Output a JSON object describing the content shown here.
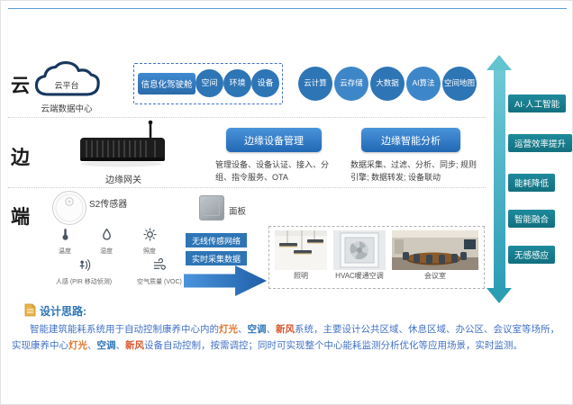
{
  "layers": {
    "cloud": "云",
    "edge": "边",
    "device": "端"
  },
  "cloud": {
    "platform": "云平台",
    "datacenter": "云端数据中心",
    "cockpit": "信息化驾驶舱",
    "cockpit_items": [
      "空间",
      "环境",
      "设备"
    ],
    "services": [
      "云计算",
      "云存储",
      "大数据",
      "AI算法",
      "空间地图"
    ]
  },
  "edge": {
    "gateway": "边缘网关",
    "device_mgmt_title": "边缘设备管理",
    "device_mgmt_desc": "管理设备、设备认证、接入、分组、指令服务、OTA",
    "analysis_title": "边缘智能分析",
    "analysis_desc": "数据采集、过滤、分析、同步; 规则引擎; 数据转发; 设备联动"
  },
  "device": {
    "sensor": "S2传感器",
    "sensors": [
      "温度",
      "湿度",
      "照度",
      "人感 (PIR 移动侦测)",
      "空气质量 (VOC)"
    ],
    "panel": "面板",
    "net_label1": "无线传感网络",
    "net_label2": "实时采集数据",
    "scenes": [
      "照明",
      "HVAC暖通空调",
      "会议室"
    ]
  },
  "benefits": [
    "AI·人工智能",
    "运营效率提升",
    "能耗降低",
    "智能融合",
    "无感感应"
  ],
  "design": {
    "title": "设计思路:",
    "parts": [
      {
        "t": "智能建筑能耗系统用于自动控制康养中心内的"
      },
      {
        "t": "灯光"
      },
      {
        "t": "、"
      },
      {
        "t": "空调"
      },
      {
        "t": "、"
      },
      {
        "t": "新风"
      },
      {
        "t": "系统，主要设计公共区域、休息区域、办公区、会议室等场所，实现康养中心"
      },
      {
        "t": "灯光"
      },
      {
        "t": "、"
      },
      {
        "t": "空调"
      },
      {
        "t": "、"
      },
      {
        "t": "新风"
      },
      {
        "t": "设备自动控制，按需调控；同时可实现整个中心能耗监测分析优化等应用场景，实时监测。"
      }
    ]
  },
  "colors": {
    "primary_blue": "#2E75B6",
    "teal_arrow": "#41AEC1",
    "teal_dark": "#13707F",
    "highlight_orange": "#E0792F",
    "highlight_red": "#D9542B",
    "text_blue": "#4472C4"
  }
}
